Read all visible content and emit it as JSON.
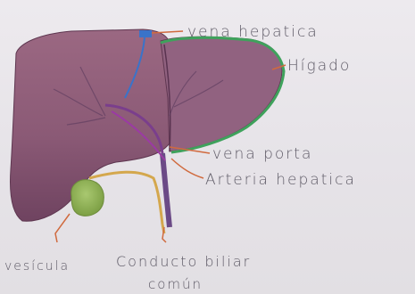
{
  "labels": {
    "vena_hepatica": "vena hepatica",
    "higado": "Hígado",
    "vena_porta": "vena porta",
    "arteria_hepatica": "Arteria hepatica",
    "vesicula": "vesícula",
    "conducto_biliar_line1": "Conducto biliar",
    "conducto_biliar_line2": "común"
  },
  "colors": {
    "liver": "#8b5a76",
    "liver_shadow": "#70405c",
    "gallbladder": "#8fb456",
    "vena_hepatica": "#3a73c9",
    "higado_outline": "#3fa25c",
    "vena_porta": "#7a3e8c",
    "arteria_hepatica": "#9b3aa4",
    "bile_duct": "#d4a74d",
    "label_arrow": "#d06a3e",
    "label_text": "#5e5a66"
  }
}
